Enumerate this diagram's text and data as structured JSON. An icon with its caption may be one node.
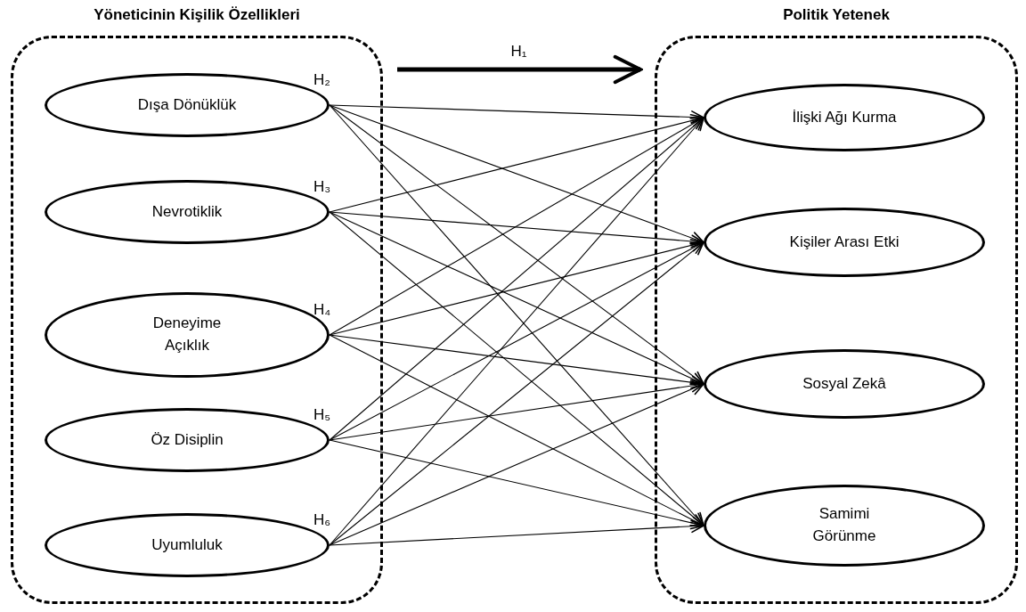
{
  "diagram": {
    "nodes": [
      {
        "text": [
          "Yöneticinin Kişilik Özellikleri"
        ]
      },
      {
        "text": [
          "Dışa Dönüklük"
        ],
        "in": 0
      },
      {
        "text": [
          "Nevrotiklik"
        ],
        "in": 0
      },
      {
        "text": [
          "Deneyime Açıklık"
        ],
        "in": 0
      },
      {
        "text": [
          "Öz Disiplin"
        ],
        "in": 0
      },
      {
        "text": [
          "Uyumluluk"
        ],
        "in": 0
      },
      {
        "text": [
          "Politik Yetenek"
        ]
      },
      {
        "text": [
          "İlişki Ağı Kurma"
        ],
        "in": 6
      },
      {
        "text": [
          "Kişiler Arası Etki"
        ],
        "in": 6
      },
      {
        "text": [
          "Sosyal Zekâ"
        ],
        "in": 6
      },
      {
        "text": [
          "Samimi Görünme"
        ],
        "in": 6
      }
    ],
    "edges": [
      {
        "from": 0,
        "to": 6,
        "arrow": "to",
        "label": "H₁",
        "style": "thick"
      },
      {
        "from": 1,
        "to": 7,
        "arrow": "to"
      },
      {
        "from": 1,
        "to": 8,
        "arrow": "to"
      },
      {
        "from": 1,
        "to": 9,
        "arrow": "to"
      },
      {
        "from": 1,
        "to": 10,
        "arrow": "to"
      },
      {
        "from": 2,
        "to": 7,
        "arrow": "to"
      },
      {
        "from": 2,
        "to": 8,
        "arrow": "to"
      },
      {
        "from": 2,
        "to": 9,
        "arrow": "to"
      },
      {
        "from": 2,
        "to": 10,
        "arrow": "to"
      },
      {
        "from": 3,
        "to": 7,
        "arrow": "to"
      },
      {
        "from": 3,
        "to": 8,
        "arrow": "to"
      },
      {
        "from": 3,
        "to": 9,
        "arrow": "to"
      },
      {
        "from": 3,
        "to": 10,
        "arrow": "to"
      },
      {
        "from": 4,
        "to": 7,
        "arrow": "to"
      },
      {
        "from": 4,
        "to": 8,
        "arrow": "to"
      },
      {
        "from": 4,
        "to": 9,
        "arrow": "to"
      },
      {
        "from": 4,
        "to": 10,
        "arrow": "to"
      },
      {
        "from": 5,
        "to": 7,
        "arrow": "to"
      },
      {
        "from": 5,
        "to": 8,
        "arrow": "to"
      },
      {
        "from": 5,
        "to": 9,
        "arrow": "to"
      },
      {
        "from": 5,
        "to": 10,
        "arrow": "to"
      }
    ],
    "labels": [
      "H₂",
      "H₃",
      "H₄",
      "H₅",
      "H₆"
    ]
  }
}
